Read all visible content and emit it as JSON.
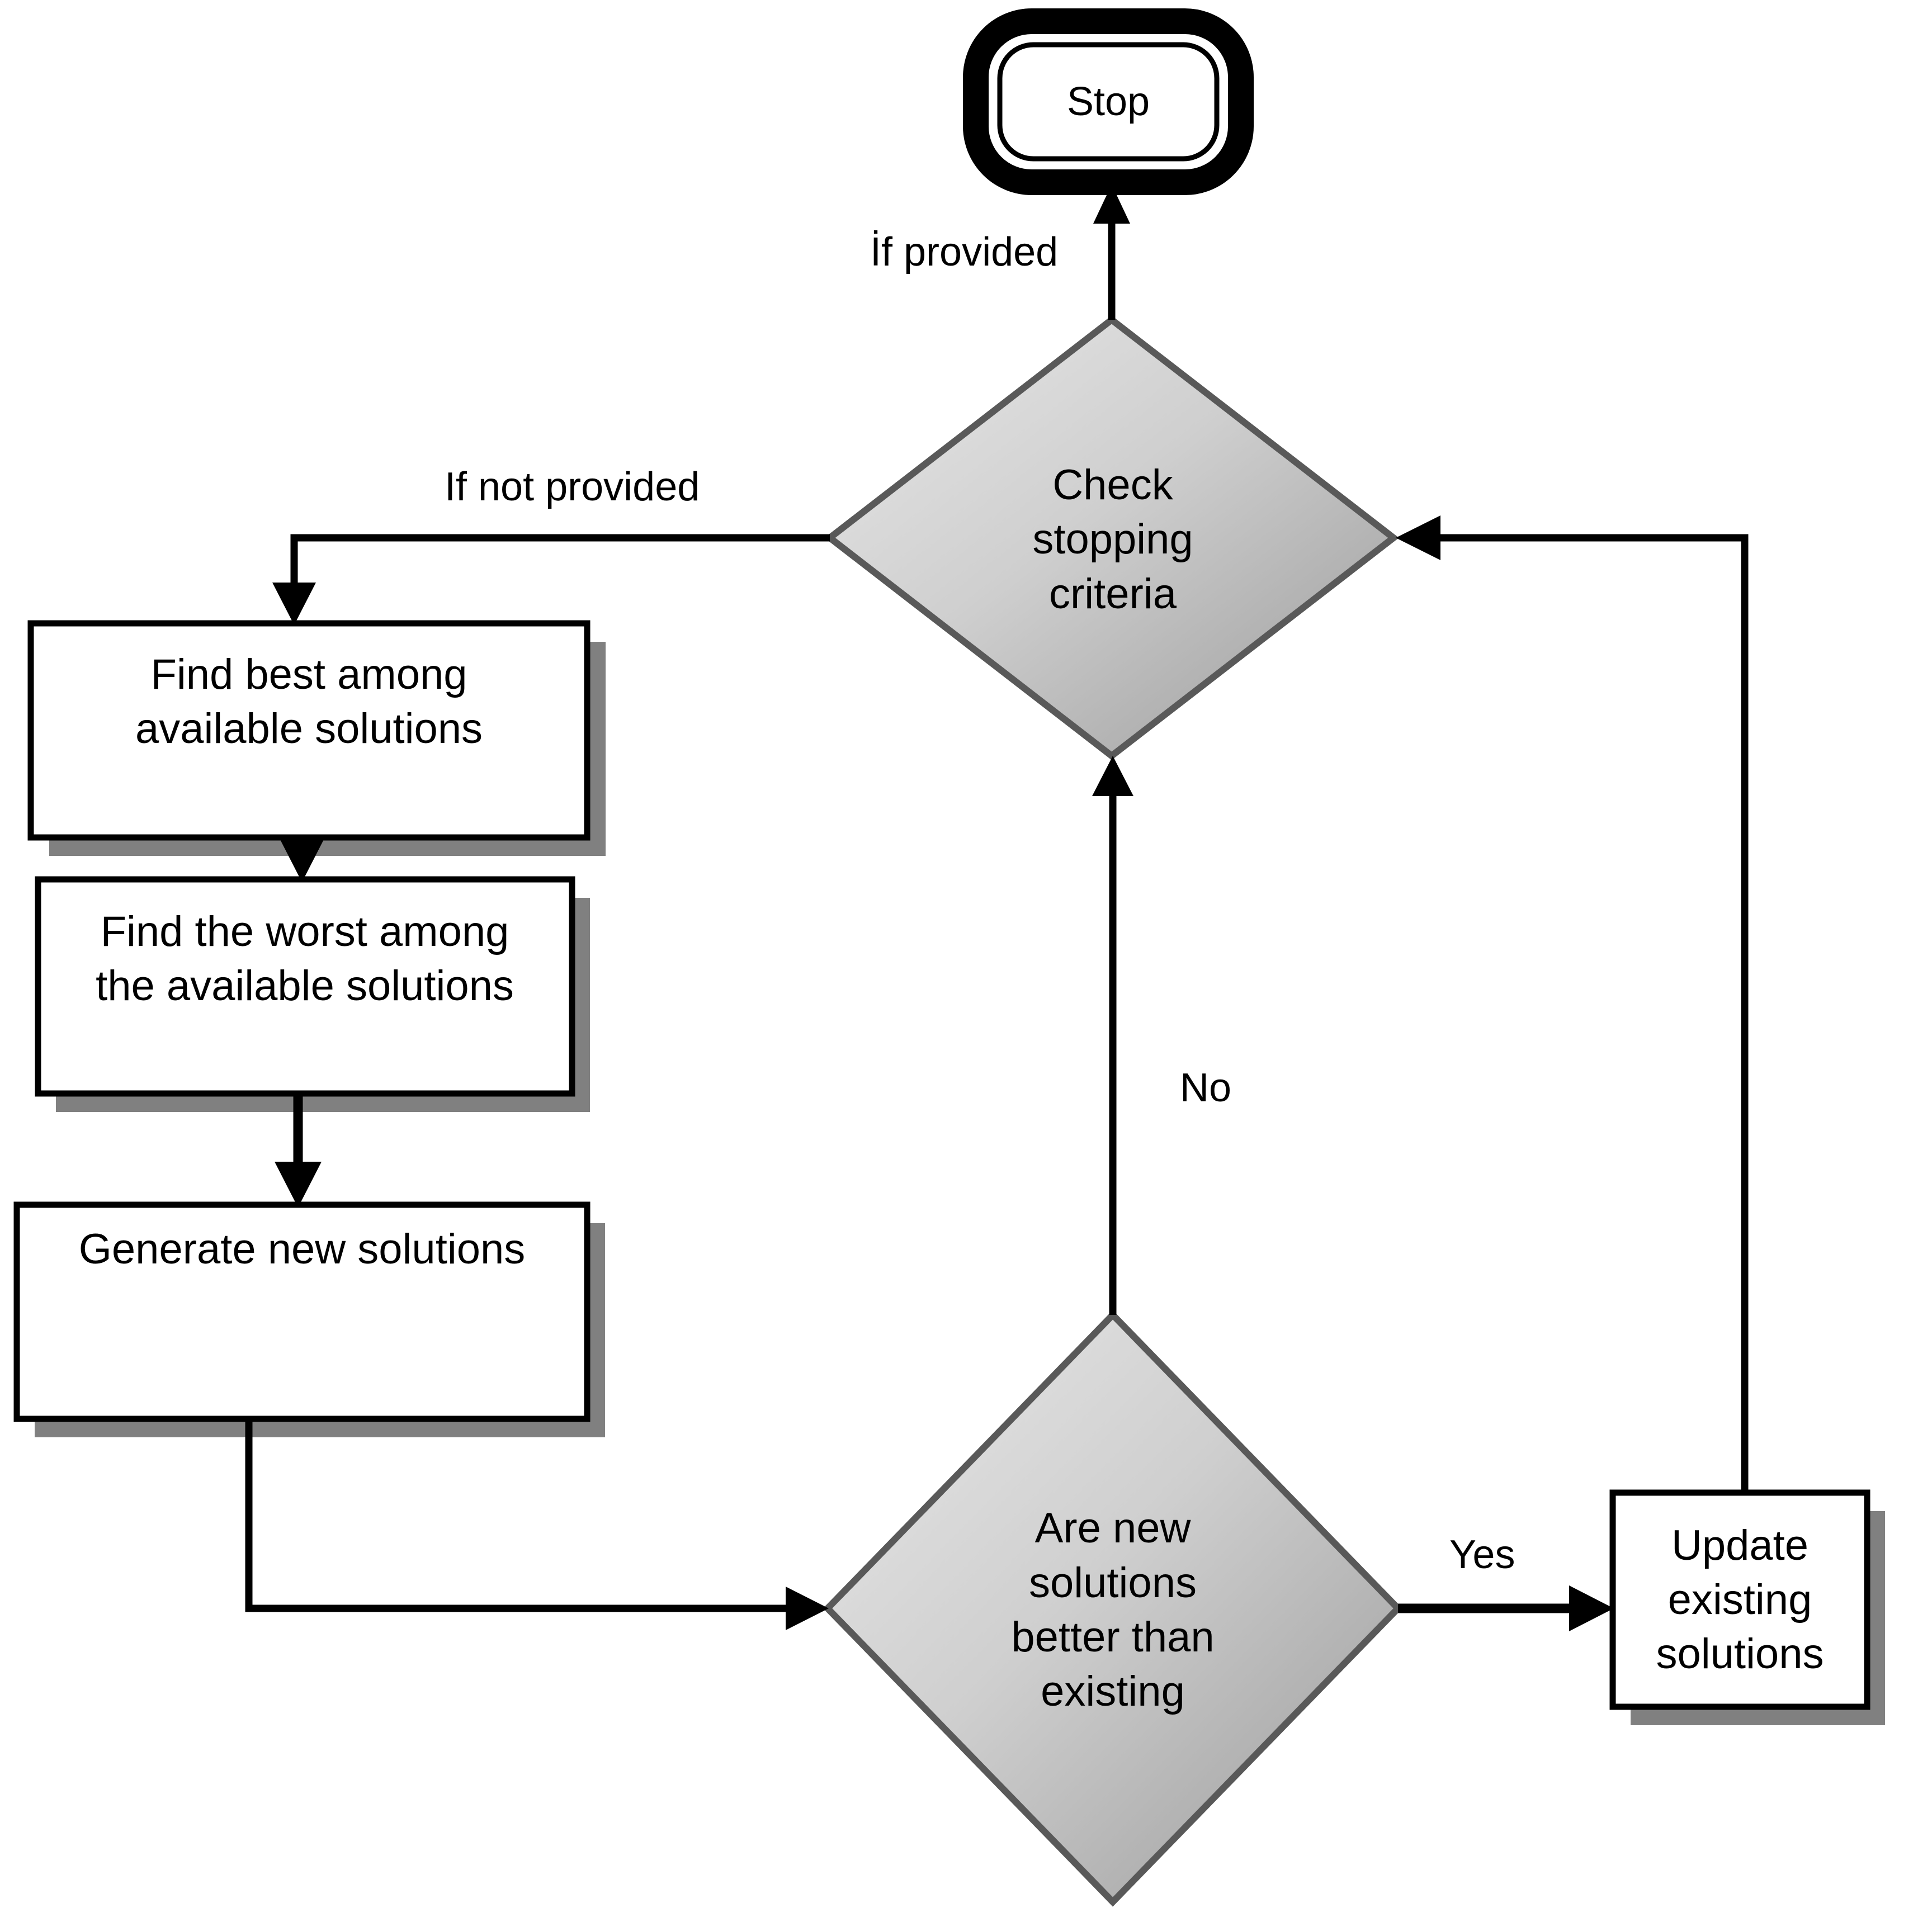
{
  "diagram": {
    "type": "flowchart",
    "title": "Optimization algorithm flowchart",
    "background_color": "#ffffff",
    "line_color": "#000000",
    "decision_fill_light": "#e3e3e3",
    "decision_fill_dark": "#9c9c9c",
    "decision_border": "#595959",
    "process_fill": "#ffffff",
    "process_border": "#000000",
    "shadow_color": "#808080"
  },
  "nodes": {
    "stop": {
      "label": "Stop",
      "shape": "terminator",
      "font_size": "72px"
    },
    "check_stopping": {
      "label": "Check\nstopping\ncriteria",
      "shape": "decision",
      "font_size": "76px"
    },
    "find_best": {
      "label": "Find best among\navailable solutions",
      "shape": "process",
      "font_size": "76px"
    },
    "find_worst": {
      "label": "Find the worst among\nthe available solutions",
      "shape": "process",
      "font_size": "76px"
    },
    "generate_new": {
      "label": "Generate new solutions",
      "shape": "process",
      "font_size": "76px"
    },
    "are_better": {
      "label": "Are new\nsolutions\nbetter than\nexisting",
      "shape": "decision",
      "font_size": "76px"
    },
    "update_existing": {
      "label": "Update\nexisting\nsolutions",
      "shape": "process",
      "font_size": "76px"
    }
  },
  "edge_labels": {
    "if_provided": "İf provided",
    "if_not_provided": "If not provided",
    "no": "No",
    "yes": "Yes"
  },
  "edges": [
    {
      "from": "check_stopping",
      "to": "stop",
      "label": "İf provided"
    },
    {
      "from": "check_stopping",
      "to": "find_best",
      "label": "If not provided"
    },
    {
      "from": "find_best",
      "to": "find_worst",
      "label": ""
    },
    {
      "from": "find_worst",
      "to": "generate_new",
      "label": ""
    },
    {
      "from": "generate_new",
      "to": "are_better",
      "label": ""
    },
    {
      "from": "are_better",
      "to": "check_stopping",
      "label": "No"
    },
    {
      "from": "are_better",
      "to": "update_existing",
      "label": "Yes"
    },
    {
      "from": "update_existing",
      "to": "check_stopping",
      "label": ""
    }
  ]
}
